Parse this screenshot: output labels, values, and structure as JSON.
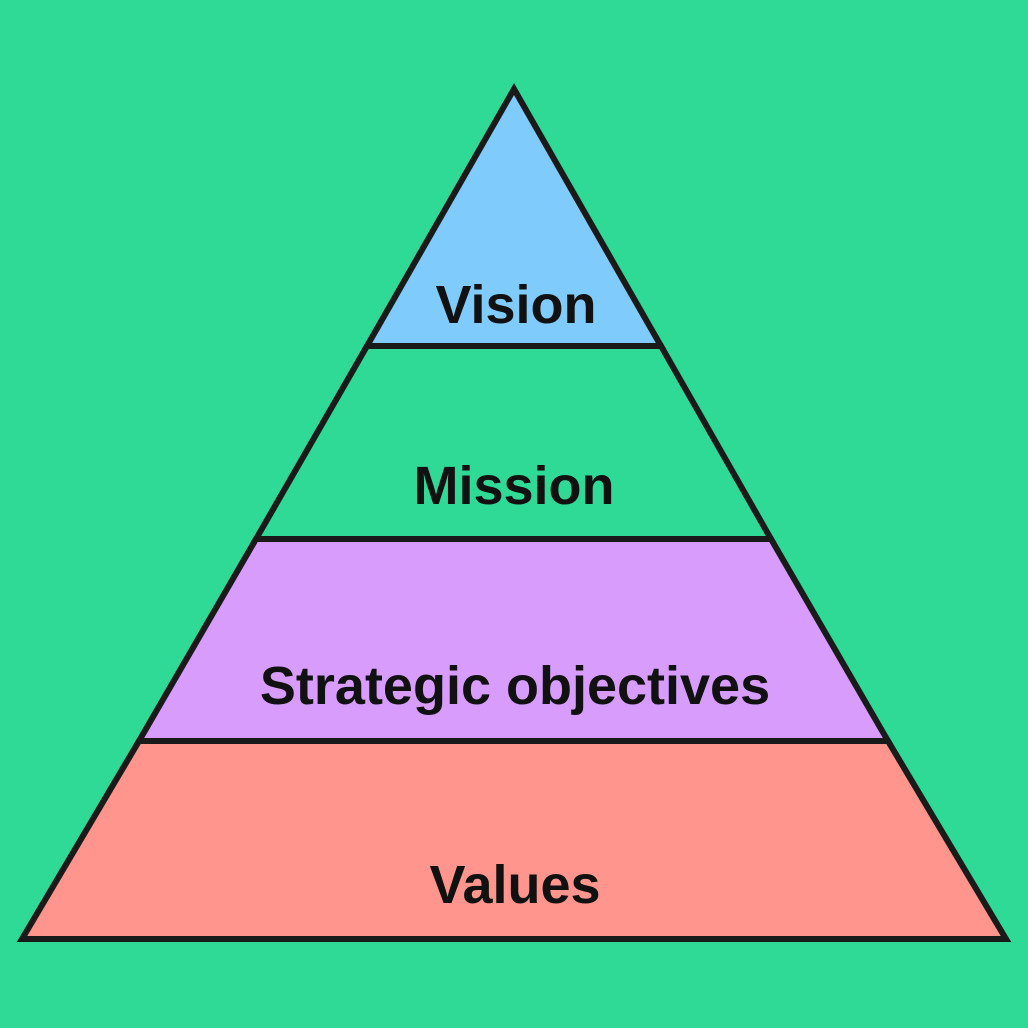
{
  "colors": {
    "background": "#2fd996",
    "outline": "#1a1a1a",
    "text": "#111111"
  },
  "pyramid": {
    "tiers": [
      {
        "label": "Vision",
        "color": "#7ecbfc"
      },
      {
        "label": "Mission",
        "color": "#2fd996"
      },
      {
        "label": "Strategic objectives",
        "color": "#d89cfc"
      },
      {
        "label": "Values",
        "color": "#ff958c"
      }
    ]
  }
}
